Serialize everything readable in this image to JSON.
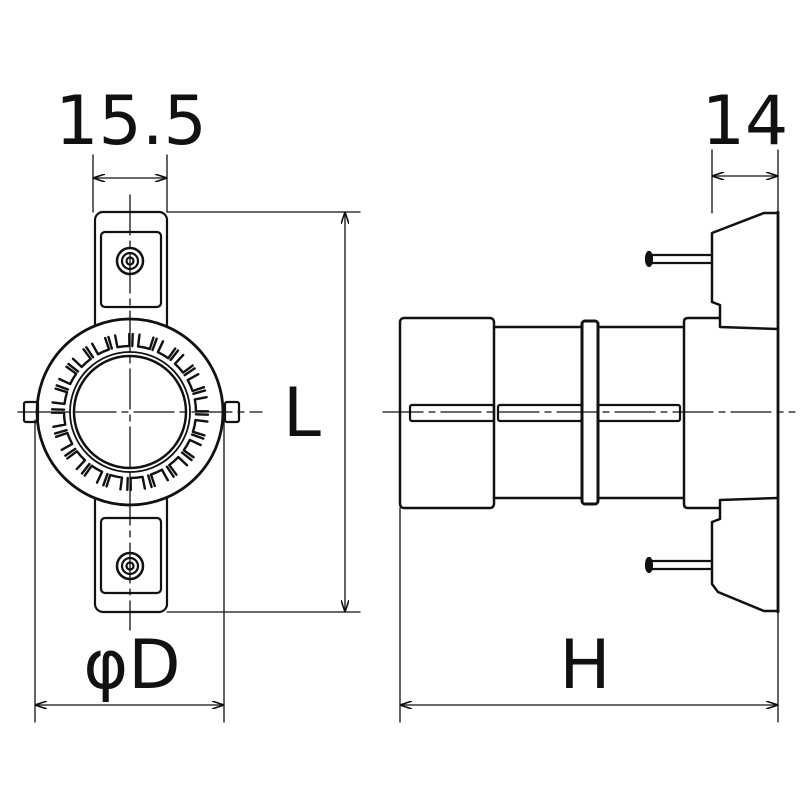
{
  "dimensions": {
    "bracket_width": "15.5",
    "flange_depth": "14",
    "length": "L",
    "diameter": "φD",
    "height": "H"
  },
  "colors": {
    "line": "#111111",
    "background": "#ffffff"
  }
}
